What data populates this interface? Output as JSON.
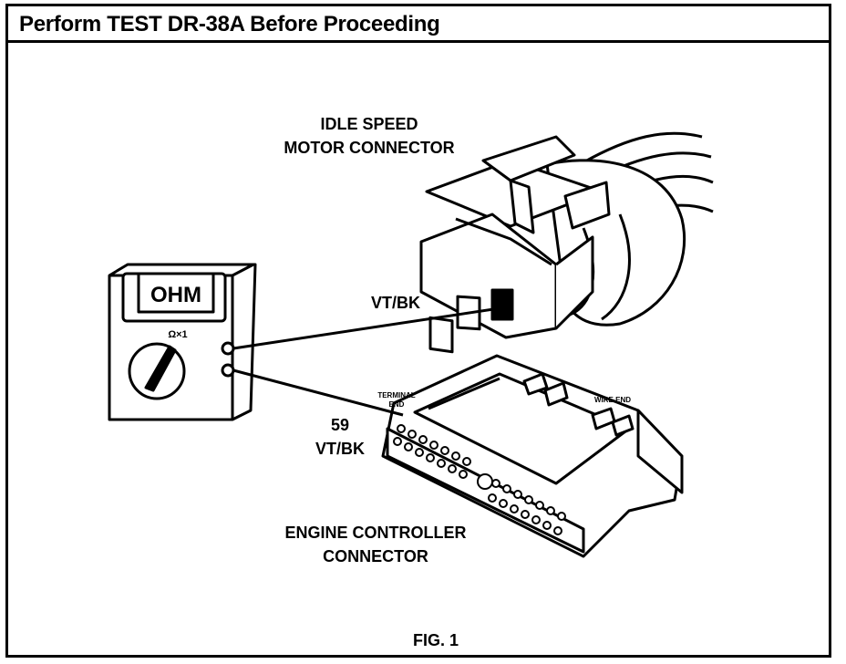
{
  "header": {
    "title": "Perform TEST DR-38A Before Proceeding"
  },
  "labels": {
    "idle_speed_line1": "IDLE SPEED",
    "idle_speed_line2": "MOTOR CONNECTOR",
    "meter_display": "OHM",
    "meter_range": "Ω×1",
    "vtbk_top": "VT/BK",
    "terminal_end_line1": "TERMINAL",
    "terminal_end_line2": "END",
    "wire_end": "WIRE END",
    "pin_number": "59",
    "vtbk_bottom": "VT/BK",
    "engine_line1": "ENGINE CONTROLLER",
    "engine_line2": "CONNECTOR",
    "figure": "FIG. 1"
  },
  "colors": {
    "ink": "#000000",
    "paper": "#ffffff"
  }
}
